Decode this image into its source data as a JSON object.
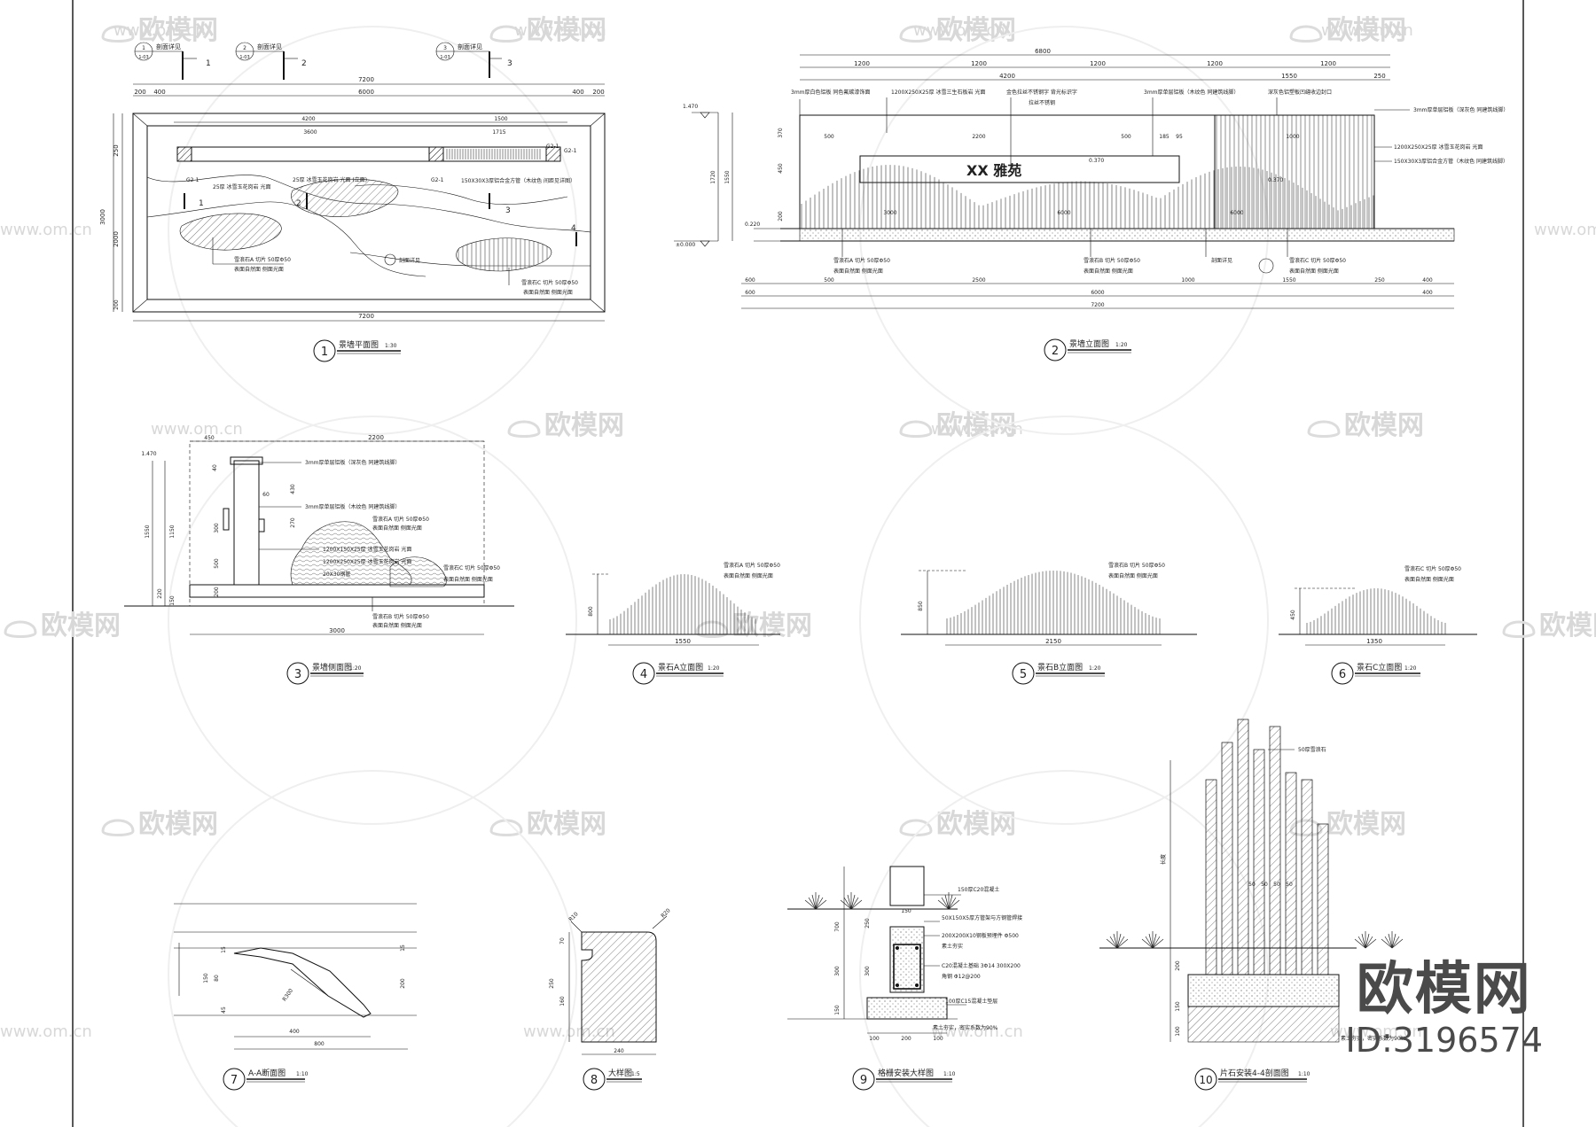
{
  "sheet": {
    "views": [
      {
        "num": "1",
        "title": "景墙平面图",
        "scale": "1:30"
      },
      {
        "num": "2",
        "title": "景墙立面图",
        "scale": "1:20"
      },
      {
        "num": "3",
        "title": "景墙侧面图",
        "scale": "1:20"
      },
      {
        "num": "4",
        "title": "景石A立面图",
        "scale": "1:20"
      },
      {
        "num": "5",
        "title": "景石B立面图",
        "scale": "1:20"
      },
      {
        "num": "6",
        "title": "景石C立面图",
        "scale": "1:20"
      },
      {
        "num": "7",
        "title": "A-A断面图",
        "scale": "1:10"
      },
      {
        "num": "8",
        "title": "大样图",
        "scale": "1:5"
      },
      {
        "num": "9",
        "title": "格栅安装大样图",
        "scale": "1:10"
      },
      {
        "num": "10",
        "title": "片石安装4-4剖面图",
        "scale": "1:10"
      }
    ],
    "section_marks": [
      {
        "num": "1",
        "label": "剖面详见",
        "ref": "1-03",
        "tag": "1"
      },
      {
        "num": "2",
        "label": "剖面详见",
        "ref": "1-03",
        "tag": "2"
      },
      {
        "num": "3",
        "label": "剖面详见",
        "ref": "1-03",
        "tag": "3"
      }
    ],
    "plan": {
      "dims_top": [
        "200",
        "400",
        "6000",
        "400",
        "200"
      ],
      "total_width": "7200",
      "dims_inner": [
        "4200",
        "3600",
        "1500",
        "1715"
      ],
      "left_dims": [
        "3000",
        "2000",
        "250",
        "200"
      ],
      "tags": [
        "G2-1",
        "G2-1",
        "G2-1",
        "1",
        "2",
        "3",
        "4"
      ],
      "notes": [
        "25厚 冰雪玉花岗岩 光面",
        "25厚 冰雪玉花岗岩 光面 (立面)",
        "150X30X3厚铝合金方管（木纹色 间距见详图）",
        "雪浪石A 切片 50厚Φ50",
        "表面自然面 侧面光面",
        "雪浪石C 切片 50厚Φ50",
        "表面自然面 侧面光面",
        "剖面详见"
      ]
    },
    "elevation": {
      "sign_text": "XX 雅苑",
      "level_marks": [
        "1.470",
        "±0.000",
        "0.220",
        "0.370",
        "0.370"
      ],
      "dims_top": [
        "6800",
        "1200",
        "1200",
        "1200",
        "1200",
        "1200",
        "4200",
        "1550",
        "250"
      ],
      "dims_bottom": [
        "600",
        "500",
        "2500",
        "1000",
        "1550",
        "250",
        "400",
        "6000",
        "7200"
      ],
      "left_dims": [
        "1720",
        "1550",
        "370",
        "200",
        "450"
      ],
      "inner_dims": [
        "500",
        "2200",
        "500",
        "1000",
        "3000",
        "6000",
        "6000",
        "185",
        "95"
      ],
      "notes": [
        "3mm厚白色铝板 同色氟碳漆饰面",
        "1200X250X25厚 冰雪三生石板岩 光面",
        "金色拉丝不锈钢字 背光标识字",
        "拉丝不锈钢",
        "3mm厚单层铝板（木纹色 同建筑线脚）",
        "深灰色铝塑板凹缝收边封口",
        "3mm厚单层铝板（深灰色 同建筑线脚）",
        "1200X250X25厚 冰雪玉花岗岩 光面",
        "150X30X3厚铝合金方管（木纹色 同建筑线脚）",
        "雪浪石A 切片 50厚Φ50",
        "表面自然面 侧面光面",
        "雪浪石B 切片 50厚Φ50",
        "表面自然面 侧面光面",
        "剖面详见",
        "雪浪石C 切片 50厚Φ50",
        "表面自然面 侧面光面"
      ]
    },
    "side": {
      "dims_top": [
        "450",
        "2200"
      ],
      "dims_left": [
        "1.470",
        "1550",
        "1150",
        "220",
        "150"
      ],
      "inner_dims": [
        "40",
        "60",
        "430",
        "270",
        "300",
        "500",
        "200"
      ],
      "bottom_dim": "3000",
      "notes": [
        "3mm厚单层铝板（深灰色 同建筑线脚）",
        "3mm厚单层铝板（木纹色 同建筑线脚）",
        "雪浪石A 切片 50厚Φ50",
        "表面自然面 侧面光面",
        "1200X150X25厚 冰雪玉花岗岩 光面",
        "1200X250X25厚 冰雪玉花岗岩 光面",
        "20X30钢管",
        "雪浪石C 切片 50厚Φ50",
        "表面自然面 侧面光面",
        "雪浪石B 切片 50厚Φ50",
        "表面自然面 侧面光面"
      ]
    },
    "stone_a": {
      "note1": "雪浪石A 切片 50厚Φ50",
      "note2": "表面自然面 侧面光面",
      "height": "800",
      "width": "1550"
    },
    "stone_b": {
      "note1": "雪浪石B 切片 50厚Φ50",
      "note2": "表面自然面 侧面光面",
      "height": "850",
      "width": "2150"
    },
    "stone_c": {
      "note1": "雪浪石C 切片 50厚Φ50",
      "note2": "表面自然面 侧面光面",
      "height": "450",
      "width": "1350"
    },
    "detail7": {
      "dims": [
        "15",
        "80",
        "150",
        "45",
        "200",
        "15",
        "R300",
        "400",
        "800"
      ]
    },
    "detail8": {
      "dims": [
        "R10",
        "R20",
        "70",
        "250",
        "160",
        "240"
      ]
    },
    "detail9": {
      "dims": [
        "150",
        "700",
        "250",
        "300",
        "300",
        "150",
        "100",
        "200",
        "100"
      ],
      "notes": [
        "150厚C20混凝土",
        "50X150X5厚方管架与方钢管焊接",
        "200X200X10钢板预埋件 Φ500",
        "素土夯实",
        "C20混凝土基础 3Φ14 300X200",
        "角钢 Φ12@200",
        "100厚C15混凝土垫层",
        "素土夯实，密实系数为90%"
      ]
    },
    "detail10": {
      "notes": [
        "50厚雪浪石",
        "素土夯实，密实系数为90%"
      ],
      "dims": [
        "50",
        "50",
        "50",
        "50",
        "200",
        "150",
        "100",
        "长度"
      ]
    },
    "watermark": {
      "text": "欧模网",
      "url": "www.om.cn"
    },
    "badge": {
      "big": "欧模网",
      "id": "ID:3196574"
    }
  }
}
